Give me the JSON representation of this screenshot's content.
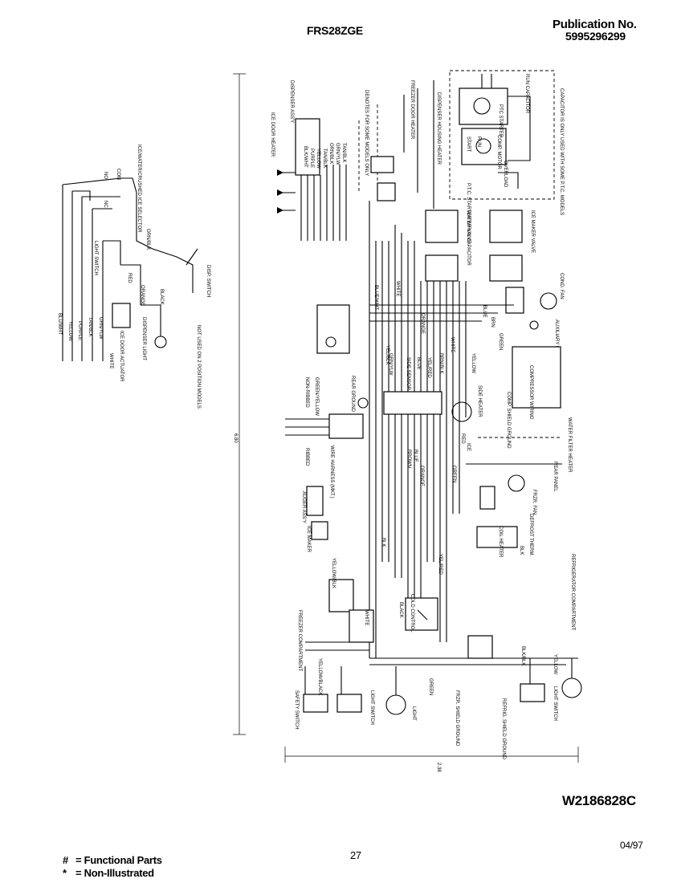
{
  "header": {
    "model": "FRS28ZGE",
    "publication_label": "Publication No.",
    "publication_number": "5995296299"
  },
  "footer": {
    "diagram_number": "W2186828C",
    "page_number": "27",
    "date": "04/97",
    "legend": [
      {
        "symbol": "#",
        "text": "= Functional Parts"
      },
      {
        "symbol": "*",
        "text": "= Non-Illustrated"
      }
    ]
  },
  "diagram_labels": {
    "left_inset": [
      "BLU/WHT",
      "YELLOW",
      "PURPLE",
      "TAN/BLK",
      "GRN/YLW",
      "WHITE",
      "ICE DOOR ACTUATOR",
      "DISPENSER LIGHT",
      "LIGHT SWITCH",
      "ICE/WATER/CRUSHED ICE SELECTOR",
      "DISP. SWITCH",
      "ORANGE",
      "BLACK",
      "RED",
      "COM",
      "NO",
      "NC",
      "ORN/BLK",
      "NOT USED ON 2 POSITION MODELS"
    ],
    "top": [
      "ICE DOOR HEATER",
      "DISPENSER ASS'Y",
      "DENOTES FOR SOME MODELS ONLY",
      "FREEZER DOOR HEATER",
      "DISPENSER HOUSING HEATER",
      "P.T.C. STARTER W/RUN CAPACITOR",
      "RUN CAPACITOR",
      "PTC STARTER",
      "START",
      "RUN",
      "COMP. MOTOR",
      "OVERLOAD",
      "CAPACITOR IS ONLY USED WITH SOME P.T.C. MODELS",
      "BLK/WHT",
      "PURPLE",
      "YELLOW",
      "TAN/BLK",
      "ORN/BLK",
      "GRN/YLW",
      "TAN/BLK"
    ],
    "middle": [
      "WATER VALVE",
      "ICE MAKER VALVE",
      "COND. FAN",
      "AUXILIARY GROUND",
      "GRN/YLW",
      "WHITE",
      "GREEN",
      "BLUE/WHT",
      "ORANGE",
      "YEL/BLK",
      "SIDE SENSOR",
      "BLUE",
      "YEL/RED",
      "RED",
      "YELLOW",
      "BRN/BLK",
      "WHITE",
      "BLUE",
      "BRN",
      "COMPRESSOR WIRING",
      "COMP. SHIELD GROUND",
      "SIDE HEATER",
      "WATER FILTER HEATER",
      "ICE",
      "REAR PANEL",
      "NON-RIBBED",
      "RIBBED",
      "GREEN/YELLOW",
      "REAR GROUND",
      "WIRE HARNESS (MKT.)",
      "ORANGE",
      "BLUE",
      "BROWN",
      "GREEN",
      "FRZR. FAN",
      "AUGER ASS'Y",
      "ICE MAKER",
      "COIL HEATER",
      "DEFROST THERM.",
      "BLK",
      "REFRIGERATOR COMPARTMENT"
    ],
    "bottom": [
      "FREEZER COMPARTMENT",
      "YELLOW/BLK",
      "COLD CONTROL",
      "WHITE",
      "BLACK",
      "YEL/RED",
      "BLK",
      "SAFETY SWITCH",
      "YELLOW/BLACK",
      "LIGHT SWITCH",
      "LIGHT",
      "FRZR. SHIELD GROUND",
      "REFRIG. SHIELD GROUND",
      "LIGHT SWITCH",
      "YELLOW",
      "GREEN",
      "BLK/BLK",
      "6.80",
      "2.38"
    ]
  }
}
